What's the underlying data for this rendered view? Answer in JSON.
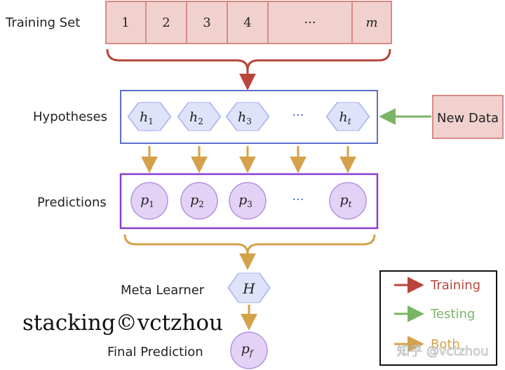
{
  "labels": {
    "training_set": "Training Set",
    "hypotheses": "Hypotheses",
    "predictions": "Predictions",
    "meta_learner": "Meta Learner",
    "final_prediction": "Final Prediction"
  },
  "training_cells": [
    "1",
    "2",
    "3",
    "4",
    "···",
    "m"
  ],
  "hypotheses": [
    "h",
    "h",
    "h",
    "···",
    "h"
  ],
  "hypotheses_sub": [
    "1",
    "2",
    "3",
    "",
    "t"
  ],
  "predictions": [
    "p",
    "p",
    "p",
    "···",
    "p"
  ],
  "predictions_sub": [
    "1",
    "2",
    "3",
    "",
    "t"
  ],
  "new_data": "New Data",
  "meta_node": {
    "label": "H"
  },
  "final_node": {
    "label": "p",
    "sub": "f"
  },
  "caption": "stacking©vctzhou",
  "legend": {
    "training": "Training",
    "testing": "Testing",
    "both": "Both"
  },
  "watermark": "知乎 @vctzhou",
  "colors": {
    "training": "#b8453c",
    "testing": "#7ab566",
    "both": "#d4a24a",
    "cell_fill": "#f0d1ce",
    "cell_stroke": "#d98a84",
    "hyp_fill": "#dfe3fa",
    "hyp_stroke": "#aab3ee",
    "hyp_box": "#5b6fce",
    "pred_fill": "#e4d2f6",
    "pred_stroke": "#b490e2",
    "pred_box": "#8a3fd0",
    "dots_blue": "#3f5fd8"
  }
}
